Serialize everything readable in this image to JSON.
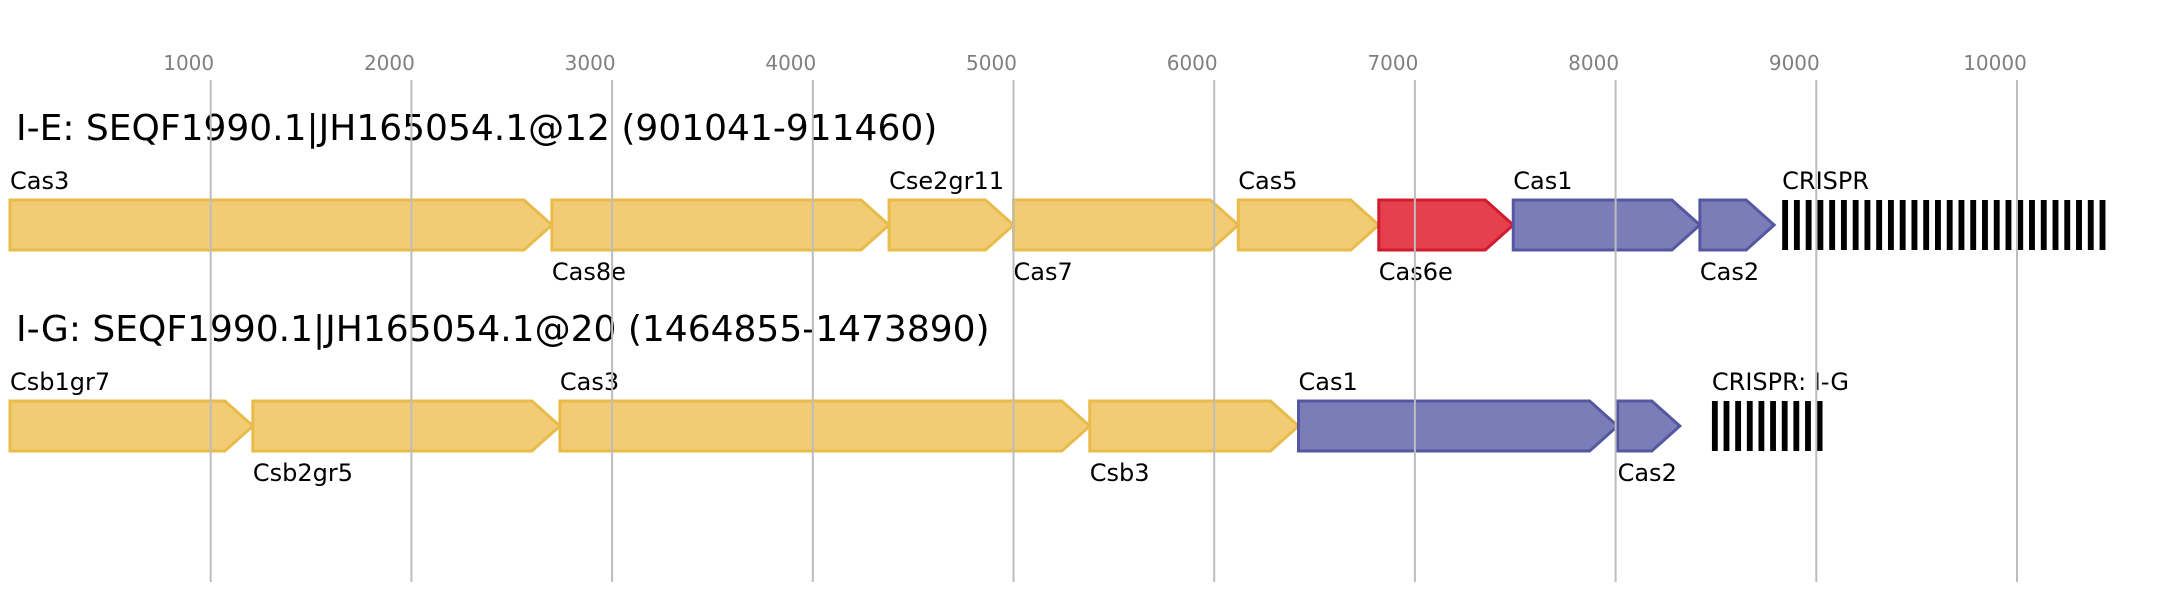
{
  "axis": {
    "ticks": [
      1000,
      2000,
      3000,
      4000,
      5000,
      6000,
      7000,
      8000,
      9000,
      10000
    ],
    "tick_labels": [
      "1000",
      "2000",
      "3000",
      "4000",
      "5000",
      "6000",
      "7000",
      "8000",
      "9000",
      "10000"
    ]
  },
  "colors": {
    "yellow_fill": "#F2CC74",
    "yellow_stroke": "#E8BB4B",
    "red_fill": "#E6404F",
    "red_stroke": "#D01C2E",
    "blue_fill": "#7A7DB8",
    "blue_stroke": "#5558A0",
    "crispr": "#000000"
  },
  "loci": [
    {
      "title": "I-E: SEQF1990.1|JH165054.1@12 (901041-911460)",
      "genes": [
        {
          "name": "Cas3",
          "start": 0,
          "end": 2700,
          "color": "yellow",
          "label_pos": "above"
        },
        {
          "name": "Cas8e",
          "start": 2700,
          "end": 4380,
          "color": "yellow",
          "label_pos": "below"
        },
        {
          "name": "Cse2gr11",
          "start": 4380,
          "end": 5000,
          "color": "yellow",
          "label_pos": "above"
        },
        {
          "name": "Cas7",
          "start": 5000,
          "end": 6120,
          "color": "yellow",
          "label_pos": "below"
        },
        {
          "name": "Cas5",
          "start": 6120,
          "end": 6820,
          "color": "yellow",
          "label_pos": "above"
        },
        {
          "name": "Cas6e",
          "start": 6820,
          "end": 7490,
          "color": "red",
          "label_pos": "below"
        },
        {
          "name": "Cas1",
          "start": 7490,
          "end": 8420,
          "color": "blue",
          "label_pos": "above"
        },
        {
          "name": "Cas2",
          "start": 8420,
          "end": 8790,
          "color": "blue",
          "label_pos": "below"
        }
      ],
      "crispr": {
        "label": "CRISPR",
        "start": 8830,
        "end": 10470,
        "repeats": 28
      }
    },
    {
      "title": "I-G: SEQF1990.1|JH165054.1@20 (1464855-1473890)",
      "genes": [
        {
          "name": "Csb1gr7",
          "start": 0,
          "end": 1210,
          "color": "yellow",
          "label_pos": "above"
        },
        {
          "name": "Csb2gr5",
          "start": 1210,
          "end": 2740,
          "color": "yellow",
          "label_pos": "below"
        },
        {
          "name": "Cas3",
          "start": 2740,
          "end": 5380,
          "color": "yellow",
          "label_pos": "above"
        },
        {
          "name": "Csb3",
          "start": 5380,
          "end": 6420,
          "color": "yellow",
          "label_pos": "below"
        },
        {
          "name": "Cas1",
          "start": 6420,
          "end": 8010,
          "color": "blue",
          "label_pos": "above"
        },
        {
          "name": "Cas2",
          "start": 8010,
          "end": 8320,
          "color": "blue",
          "label_pos": "below"
        }
      ],
      "crispr": {
        "label": "CRISPR: I-G",
        "start": 8480,
        "end": 9060,
        "repeats": 10
      }
    }
  ]
}
